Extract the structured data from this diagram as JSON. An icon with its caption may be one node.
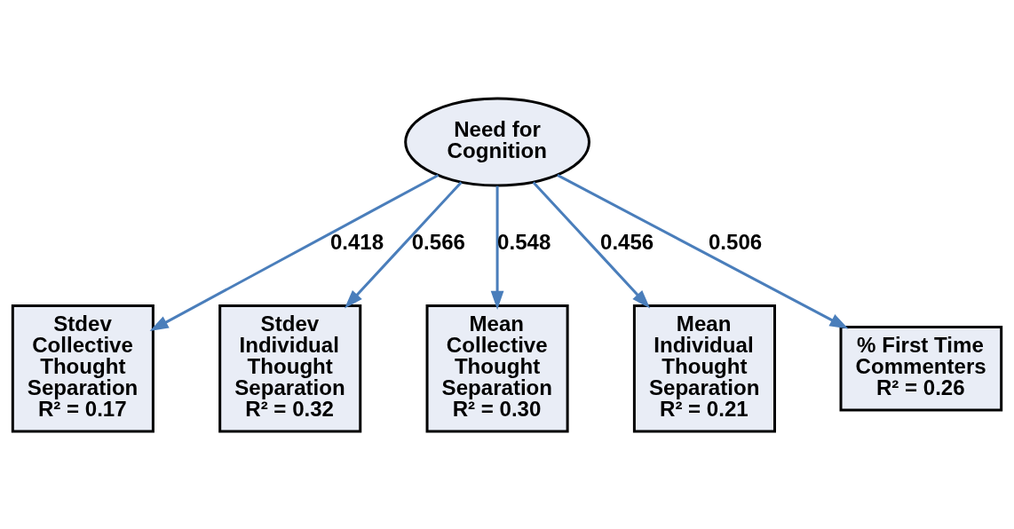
{
  "diagram": {
    "nodes": [
      {
        "text": [
          "Need for Cognition"
        ]
      },
      {
        "text": [
          "% First Time Commenters",
          "R² = 0.26"
        ]
      },
      {
        "text": [
          "Stdev Collective Thought Separation",
          "R² = 0.17"
        ]
      },
      {
        "text": [
          "Stdev Individual Thought Separation",
          "R² = 0.32"
        ]
      },
      {
        "text": [
          "Mean Collective Thought Separation",
          "R² = 0.30"
        ]
      },
      {
        "text": [
          "Mean Individual Thought Separation",
          "R² = 0.21"
        ]
      }
    ],
    "edges": [
      {
        "from": 0,
        "to": 1,
        "arrow": "to",
        "label": "0.506"
      },
      {
        "from": 0,
        "to": 2,
        "arrow": "to",
        "label": "0.418"
      },
      {
        "from": 0,
        "to": 3,
        "arrow": "to",
        "label": "0.566"
      },
      {
        "from": 0,
        "to": 4,
        "arrow": "to",
        "label": "0.548"
      },
      {
        "from": 0,
        "to": 5,
        "arrow": "to",
        "label": "0.456"
      }
    ]
  }
}
